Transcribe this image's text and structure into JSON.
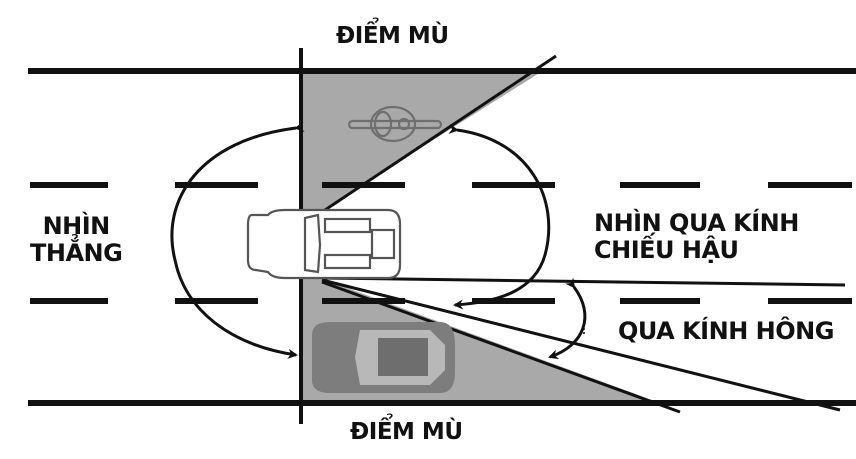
{
  "diagram": {
    "title": "Blind spot diagram",
    "labels": {
      "blind_spot_top": "ĐIỂM MÙ",
      "blind_spot_bottom": "ĐIỂM MÙ",
      "look_ahead": [
        "NHÌN",
        "THẲNG"
      ],
      "rear_view_mirror": [
        "NHÌN QUA KÍNH",
        "CHIẾU HẬU"
      ],
      "side_mirror": "QUA KÍNH HÔNG"
    },
    "elements": {
      "road_edges": 2,
      "lane_dashes_per_row": 6,
      "vehicles": [
        "driver-car",
        "motorcycle-in-blind-spot",
        "car-in-blind-spot"
      ],
      "arrows": [
        "look-ahead-up",
        "look-ahead-down",
        "rear-mirror-up",
        "rear-mirror-down",
        "side-mirror-arc"
      ]
    },
    "colors": {
      "background": "#ffffff",
      "line": "#111111",
      "blind_spot_fill": "#a9a9a9",
      "ghost_vehicle": "#7d7d7d"
    }
  }
}
